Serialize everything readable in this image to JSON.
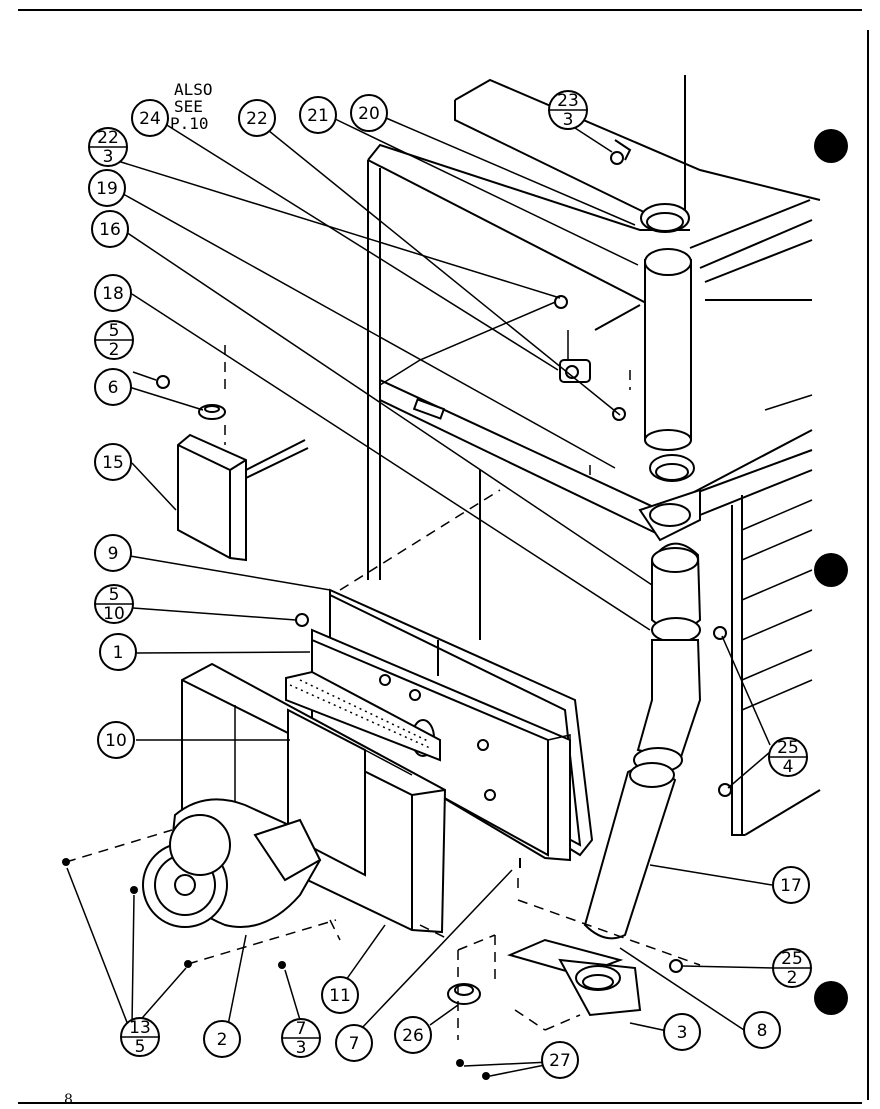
{
  "note": {
    "line1": "ALSO",
    "line2": "SEE",
    "line3": "P.10"
  },
  "page_number": "8",
  "callouts": {
    "c24": "24",
    "c22": "22",
    "c21": "21",
    "c20": "20",
    "c19": "19",
    "c16": "16",
    "c18": "18",
    "c6": "6",
    "c15": "15",
    "c9": "9",
    "c1": "1",
    "c10": "10",
    "c17": "17",
    "c2": "2",
    "c11": "11",
    "c7": "7",
    "c26": "26",
    "c3": "3",
    "c8": "8",
    "c27": "27"
  },
  "fraction_callouts": {
    "f23_3": {
      "top": "23",
      "bottom": "3"
    },
    "f22_3": {
      "top": "22",
      "bottom": "3"
    },
    "f5_2": {
      "top": "5",
      "bottom": "2"
    },
    "f5_10": {
      "top": "5",
      "bottom": "10"
    },
    "f25_4": {
      "top": "25",
      "bottom": "4"
    },
    "f25_2": {
      "top": "25",
      "bottom": "2"
    },
    "f13_5": {
      "top": "13",
      "bottom": "5"
    },
    "f7_3": {
      "top": "7",
      "bottom": "3"
    }
  }
}
